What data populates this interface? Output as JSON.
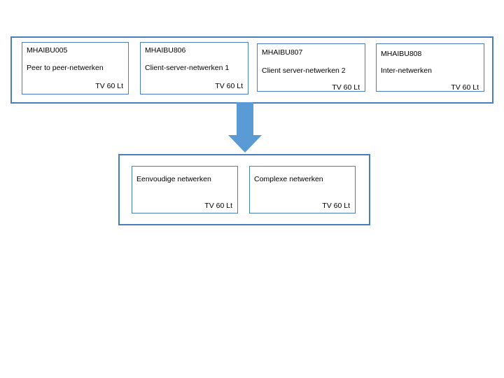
{
  "diagram": {
    "top_group": {
      "name": "top-group-container",
      "nodes": [
        {
          "code": "MHAIBU005",
          "title": "Peer to peer-netwerken",
          "footer": "TV 60 Lt"
        },
        {
          "code": "MHAIBU806",
          "title": "Client-server-netwerken 1",
          "footer": "TV 60 Lt"
        },
        {
          "code": "MHAIBU807",
          "title": "Client server-netwerken 2",
          "footer": "TV 60 Lt"
        },
        {
          "code": "MHAIBU808",
          "title": "Inter-netwerken",
          "footer": "TV 60 Lt"
        }
      ]
    },
    "connector": {
      "icon": "down-arrow-icon"
    },
    "bottom_group": {
      "name": "bottom-group-container",
      "nodes": [
        {
          "title": "Eenvoudige netwerken",
          "footer": "TV 60 Lt"
        },
        {
          "title": "Complexe netwerken",
          "footer": "TV 60 Lt"
        }
      ]
    }
  },
  "colors": {
    "border": "#4a7ebb",
    "arrow": "#5b9bd5",
    "background": "#ffffff",
    "text": "#000000"
  }
}
